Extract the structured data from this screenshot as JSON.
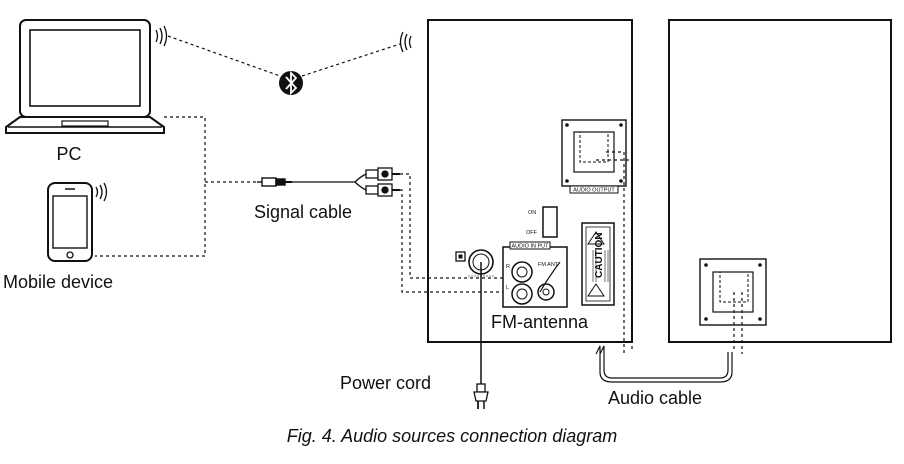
{
  "labels": {
    "pc": "PC",
    "mobile": "Mobile device",
    "signal_cable": "Signal cable",
    "fm_antenna": "FM-antenna",
    "power_cord": "Power cord",
    "audio_cable": "Audio cable"
  },
  "panel": {
    "on": "ON",
    "off": "OFF",
    "audio_input": "AUDIO IN PUT",
    "audio_output": "AUDIO OUTPUT",
    "fm_ant": "FM ANT",
    "r": "R",
    "l": "L",
    "caution": "CAUTION"
  },
  "caption": "Fig. 4. Audio sources connection diagram"
}
